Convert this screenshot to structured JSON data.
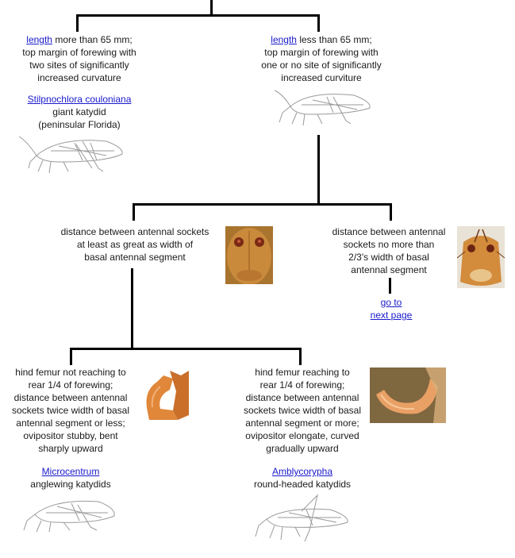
{
  "top": {
    "left": {
      "length_link": "length",
      "lines": [
        " more than 65 mm;",
        "top margin of forewing with",
        "two sites of significantly",
        "increased curvature"
      ],
      "taxon_link": "Stilpnochlora couloniana",
      "common_name": "giant katydid",
      "range": "(peninsular Florida)"
    },
    "right": {
      "length_link": "length",
      "lines": [
        " less than 65 mm;",
        "top margin of forewing with",
        "one or no site of significantly",
        "increased curviture"
      ]
    }
  },
  "middle": {
    "left": {
      "lines": [
        "distance between antennal sockets",
        "at least as great as width of",
        "basal antennal segment"
      ]
    },
    "right": {
      "lines": [
        "distance between antennal",
        "sockets no more than",
        "2/3's width of basal",
        "antennal segment"
      ],
      "link_lines": [
        "go to",
        "next page"
      ]
    }
  },
  "bottom": {
    "left": {
      "lines": [
        "hind femur not reaching to",
        "rear 1/4 of forewing;",
        "distance between antennal",
        "sockets twice width of basal",
        "antennal segment or less;",
        "ovipositor stubby, bent",
        "sharply upward"
      ],
      "taxon_link": "Microcentrum",
      "common_name": "anglewing katydids"
    },
    "right": {
      "lines": [
        "hind femur reaching to",
        "rear 1/4 of forewing;",
        "distance between antennal",
        "sockets twice width of basal",
        "antennal segment or more;",
        "ovipositor elongate, curved",
        "gradually upward"
      ],
      "taxon_link": "Amblycorypha",
      "common_name": "round-headed katydids"
    }
  },
  "colors": {
    "link": "#1a1acc",
    "line": "#000000",
    "photo_tan": "#c98a3c",
    "photo_orange": "#e0873a"
  }
}
